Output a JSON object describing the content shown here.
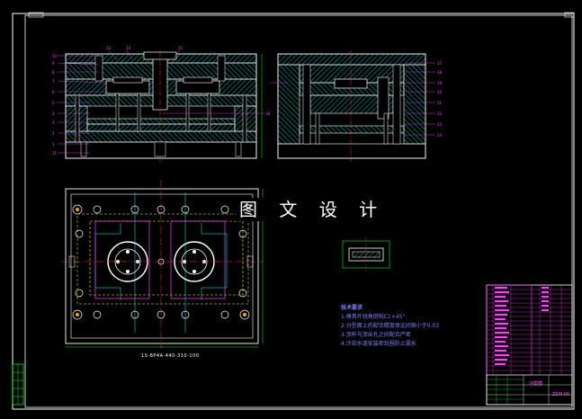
{
  "drawing": {
    "watermark": "图 文 设 计",
    "tech_requirements": {
      "title": "技术要求",
      "items": [
        "1.模具外锐角倒钝C1×45°",
        "2.分型面上的配合精度保证间隙小于0.03",
        "3.顶杆与顶出孔之间配合严密",
        "4.冷却水道安装密封圈防止漏水"
      ]
    },
    "plan_view_dimension": "1S-BP4A-440-310-100",
    "title_block": {
      "name": "注塑模",
      "code": "ZSM-00"
    },
    "colors": {
      "background": "#000000",
      "frame": "#ffffff",
      "part_outline": "#00ffff",
      "hatch": "#00c8c8",
      "centerline": "#ff3030",
      "hidden_line": "#ffff00",
      "leader_text": "#ff40ff",
      "notes": "#7f7fff",
      "edge": "#00ff00"
    }
  }
}
